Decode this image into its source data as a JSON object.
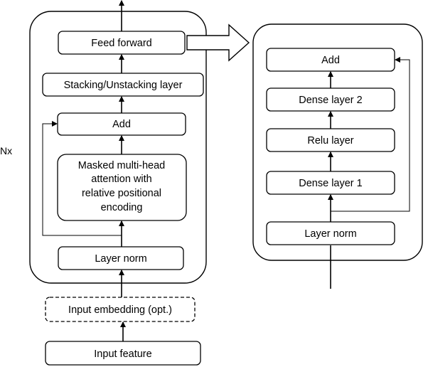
{
  "repeat_label": "Nx",
  "encoder": {
    "input_feature": "Input feature",
    "input_embedding": "Input embedding (opt.)",
    "layer_norm": "Layer norm",
    "attention_lines": [
      "Masked multi-head",
      "attention with",
      "relative positional",
      "encoding"
    ],
    "add": "Add",
    "stacking": "Stacking/Unstacking layer",
    "feed_forward": "Feed forward"
  },
  "feed_forward_detail": {
    "layer_norm": "Layer norm",
    "dense_1": "Dense layer 1",
    "relu": "Relu layer",
    "dense_2": "Dense layer 2",
    "add": "Add"
  },
  "colors": {
    "stroke": "#000000",
    "background": "#ffffff"
  }
}
